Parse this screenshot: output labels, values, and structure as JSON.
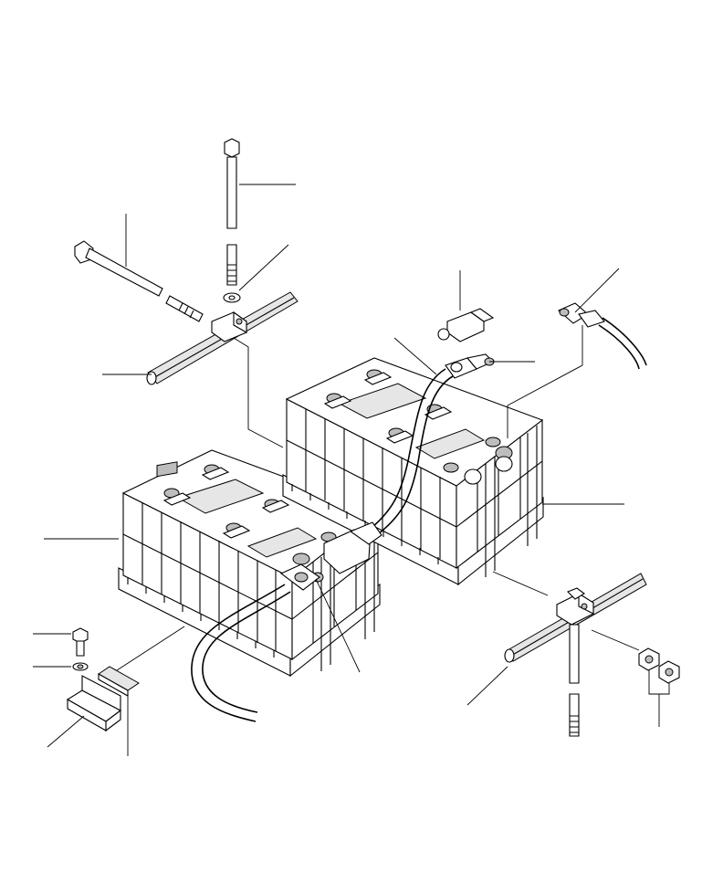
{
  "diagram": {
    "type": "exploded parts diagram",
    "parts": [
      "long-bolt-vertical",
      "long-bolt-horizontal",
      "washer",
      "hold-down-clamp-left",
      "hold-down-rod-left",
      "terminal-cover",
      "battery-terminal-clamp",
      "ground-cable",
      "connecting-cable",
      "battery-rear",
      "battery-front",
      "positive-cable",
      "hold-down-clamp-right",
      "hold-down-rod-right",
      "nuts",
      "small-bolt",
      "small-washer",
      "mounting-bracket",
      "rubber-pad"
    ],
    "callout_count": 19
  }
}
